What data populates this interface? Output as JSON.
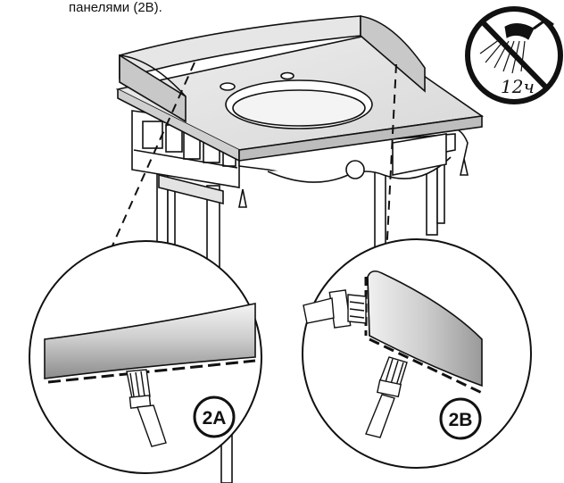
{
  "instruction": {
    "caption": "панелями (2B)."
  },
  "warning": {
    "icon": "no-shower-icon",
    "label": "12ч"
  },
  "detail_a": {
    "badge": "2A"
  },
  "detail_b": {
    "badge": "2B"
  },
  "colors": {
    "line": "#111111",
    "panel_fill": "#d7d7d7",
    "panel_top": "#f2f2f2",
    "background": "#ffffff"
  }
}
